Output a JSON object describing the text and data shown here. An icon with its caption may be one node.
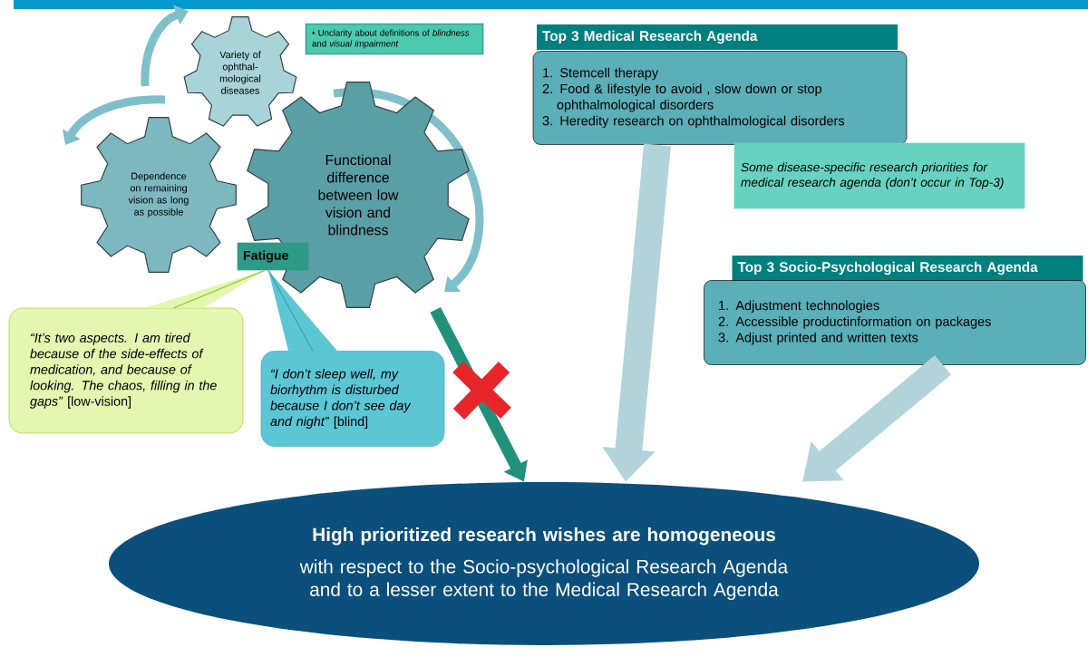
{
  "diagram": {
    "nodes": [
      {
        "text": [
          "Variety of ophthal- mological diseases"
        ]
      },
      {
        "text": [
          "Dependence on remaining vision as long as possible"
        ]
      },
      {
        "text": [
          "Functional difference between low vision and blindness"
        ]
      },
      {
        "text": [
          "Fatigue"
        ]
      },
      {
        "text": [
          "• Unclarity about definitions of *blindness* and *visual impairment*"
        ]
      },
      {
        "text": [
          "*“It’s two aspects. I am tired because of the side-effects of medication, and because of looking. The chaos, filling in the gaps”* [low-vision]"
        ]
      },
      {
        "text": [
          "*“I don’t sleep well, my biorhythm is disturbed because I don’t see day and night”* [blind]"
        ]
      },
      {
        "text": [
          "Top 3 Medical Research Agenda",
          "1. Stemcell therapy",
          "2. Food & lifestyle to avoid , slow down or stop ophthalmological disorders",
          "3. Heredity research on ophthalmological disorders"
        ]
      },
      {
        "text": [
          "Some disease-specific research priorities for medical research agenda (don’t occur in Top-3)"
        ]
      },
      {
        "text": [
          "Top 3 Socio-Psychological Research Agenda",
          "1. Adjustment technologies",
          "2. Accessible productinformation on packages",
          "3. Adjust printed and written texts"
        ]
      },
      {
        "text": [
          "High prioritized research wishes are homogeneous",
          "with respect to the Socio-psychological Research Agenda and to a lesser extent to the Medical Research Agenda"
        ]
      }
    ],
    "edges": [
      {
        "from": 5,
        "to": 3,
        "arrow": "none",
        "color": "#9ccb3c"
      },
      {
        "from": 6,
        "to": 3,
        "arrow": "none",
        "color": "#3ea6b4"
      },
      {
        "from": 2,
        "to": 10,
        "arrow": "to",
        "color": "#21917b"
      },
      {
        "from": 7,
        "to": 10,
        "arrow": "to",
        "style": "thick",
        "color": "#b3d3da"
      },
      {
        "from": 9,
        "to": 10,
        "arrow": "to",
        "style": "thick",
        "color": "#b3d3da"
      }
    ]
  }
}
